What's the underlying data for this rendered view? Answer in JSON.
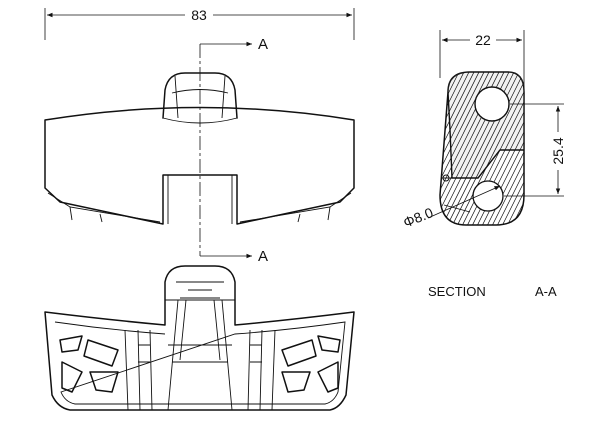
{
  "dimensions": {
    "overall_width": "83",
    "section_width": "22",
    "section_height": "25.4",
    "hole_diameter": "Φ8.0"
  },
  "section_markers": {
    "top": "A",
    "bottom": "A"
  },
  "section_caption": {
    "word": "SECTION",
    "name": "A-A"
  }
}
